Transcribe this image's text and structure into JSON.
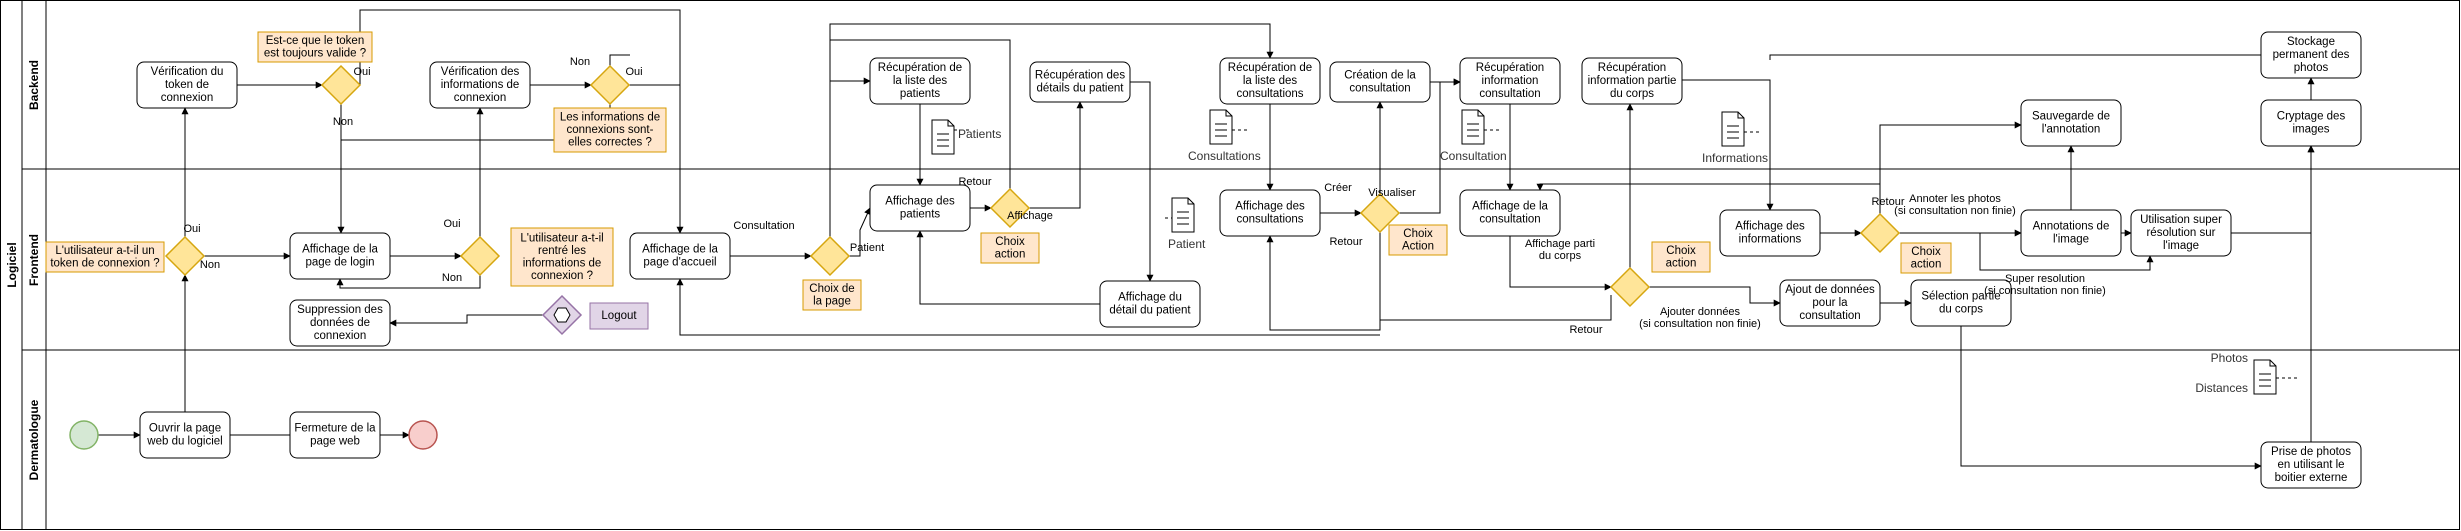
{
  "pool": {
    "title": "Logiciel"
  },
  "lanes": [
    {
      "id": "backend",
      "title": "Backend"
    },
    {
      "id": "frontend",
      "title": "Frontend"
    },
    {
      "id": "dermato",
      "title": "Dermatologue"
    }
  ],
  "tasks": {
    "verif_token": [
      "Vérification du",
      "token de",
      "connexion"
    ],
    "verif_infos": [
      "Vérification des",
      "informations de",
      "connexion"
    ],
    "recup_liste_patients": [
      "Récupération de",
      "la liste des",
      "patients"
    ],
    "recup_details_patient": [
      "Récupération des",
      "détails du patient"
    ],
    "recup_liste_consult": [
      "Récupération de",
      "la liste des",
      "consultations"
    ],
    "creation_consult": [
      "Création de la",
      "consultation"
    ],
    "recup_info_consult": [
      "Récupération",
      "information",
      "consultation"
    ],
    "recup_info_partie": [
      "Récupération",
      "information partie",
      "du corps"
    ],
    "sauvegarde_annot": [
      "Sauvegarde de",
      "l'annotation"
    ],
    "stockage_photos": [
      "Stockage",
      "permanent des",
      "photos"
    ],
    "cryptage_images": [
      "Cryptage des",
      "images"
    ],
    "affichage_login": [
      "Affichage de la",
      "page de login"
    ],
    "suppression_donnees": [
      "Suppression des",
      "données de",
      "connexion"
    ],
    "affichage_accueil": [
      "Affichage de la",
      "page d'accueil"
    ],
    "affichage_patients": [
      "Affichage des",
      "patients"
    ],
    "affichage_detail_patient": [
      "Affichage du",
      "détail du patient"
    ],
    "affichage_consultations": [
      "Affichage des",
      "consultations"
    ],
    "affichage_consultation": [
      "Affichage de la",
      "consultation"
    ],
    "affichage_informations": [
      "Affichage des",
      "informations"
    ],
    "annotations_image": [
      "Annotations de",
      "l'image"
    ],
    "super_resolution": [
      "Utilisation super",
      "résolution sur",
      "l'image"
    ],
    "ajout_donnees": [
      "Ajout de données",
      "pour la",
      "consultation"
    ],
    "selection_partie": [
      "Sélection partie",
      "du corps"
    ],
    "ouvrir_page": [
      "Ouvrir la page",
      "web du logiciel"
    ],
    "fermeture_page": [
      "Fermeture de la",
      "page web"
    ],
    "prise_photos": [
      "Prise de photos",
      "en utilisant le",
      "boitier externe"
    ]
  },
  "notes": {
    "token_valide": [
      "Est-ce que le token",
      "est toujours valide ?"
    ],
    "infos_correctes": [
      "Les informations de",
      "connexions sont-",
      "elles correctes ?"
    ],
    "token_connexion": [
      "L'utilisateur a-t-il un",
      "token de connexion ?"
    ],
    "rentre_infos": [
      "L'utilisateur a-t-il",
      "rentré les",
      "informations de",
      "connexion ?"
    ],
    "choix_page": [
      "Choix de",
      "la page"
    ],
    "choix_action_1": [
      "Choix",
      "action"
    ],
    "choix_action_2": [
      "Choix",
      "Action"
    ],
    "choix_action_3": [
      "Choix",
      "action"
    ],
    "choix_action_4": [
      "Choix",
      "action"
    ],
    "logout": [
      "Logout"
    ]
  },
  "edge_labels": {
    "oui_token": "Oui",
    "non_token": "Non",
    "non_infos": "Non",
    "oui_infos": "Oui",
    "oui_user": "Oui",
    "non_user": "Non",
    "oui_rentre": "Oui",
    "non_rentre": "Non",
    "consultation": "Consultation",
    "patient": "Patient",
    "retour_patients": "Retour",
    "affichage": "Affichage",
    "creer": "Créer",
    "visualiser": "Visualiser",
    "retour_consult": "Retour",
    "affichage_parti": [
      "Affichage parti",
      "du corps"
    ],
    "retour_partie": "Retour",
    "ajouter_donnees": [
      "Ajouter données",
      "(si consultation non finie)"
    ],
    "retour_infos": "Retour",
    "annoter_photos": [
      "Annoter les photos",
      "(si consultation non finie)"
    ],
    "super_res": [
      "Super resolution",
      "(si consultation non finie)"
    ]
  },
  "documents": {
    "patients": "Patients",
    "patient": "Patient",
    "consultations": "Consultations",
    "consultation": "Consultation",
    "informations": "Informations",
    "photos": "Photos",
    "distances": "Distances"
  },
  "colors": {
    "gateway_fill": "#ffe599",
    "gateway_stroke": "#d6a60f",
    "note_fill": "#ffe6cc",
    "note_stroke": "#d79b00",
    "logout_fill": "#e1d5e7",
    "logout_stroke": "#9673a6",
    "start_fill": "#d5e8d4",
    "start_stroke": "#82b366",
    "end_fill": "#f8cecc",
    "end_stroke": "#b85450"
  }
}
